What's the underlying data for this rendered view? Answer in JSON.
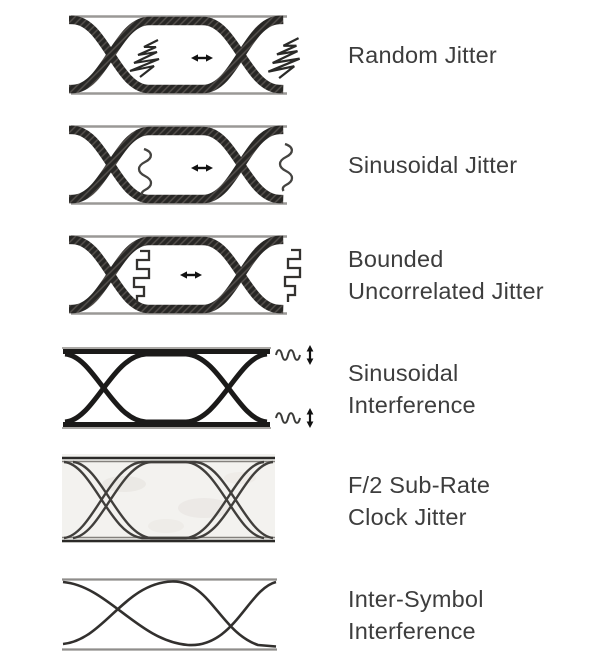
{
  "figure": {
    "type": "eye-diagram jitter taxonomy",
    "rows": [
      {
        "id": "random-jitter",
        "label_lines": [
          "Random Jitter"
        ],
        "eye_style": "thick hatched eye with hexagonal opening",
        "symbols": {
          "inner_left": "random-noise-zigzag",
          "center": "horizontal-double-arrow",
          "outer_right": "random-noise-zigzag"
        }
      },
      {
        "id": "sinusoidal-jitter",
        "label_lines": [
          "Sinusoidal Jitter"
        ],
        "eye_style": "thick hatched eye with hexagonal opening",
        "symbols": {
          "inner_left": "vertical-sine-squiggle",
          "center": "horizontal-double-arrow",
          "outer_right": "vertical-sine-squiggle"
        }
      },
      {
        "id": "bounded-uncorrelated-jitter",
        "label_lines": [
          "Bounded",
          "Uncorrelated Jitter"
        ],
        "eye_style": "thick hatched eye with hexagonal opening",
        "symbols": {
          "inner_left": "vertical-square-wave",
          "center": "horizontal-double-arrow",
          "outer_right": "vertical-square-wave"
        }
      },
      {
        "id": "sinusoidal-interference",
        "label_lines": [
          "Sinusoidal",
          "Interference"
        ],
        "eye_style": "bold open eye with heavy rails",
        "symbols": {
          "top_right": "sine-wave with vertical-double-arrow",
          "bottom_right": "sine-wave with vertical-double-arrow"
        }
      },
      {
        "id": "f2-sub-rate-clock-jitter",
        "label_lines": [
          "F/2 Sub-Rate",
          "Clock Jitter"
        ],
        "eye_style": "doubled traces on mottled gray background",
        "symbols": {}
      },
      {
        "id": "inter-symbol-interference",
        "label_lines": [
          "Inter-Symbol",
          "Interference"
        ],
        "eye_style": "thin asymmetric traces",
        "symbols": {}
      }
    ]
  },
  "colors": {
    "background": "#ffffff",
    "trace_dark": "#2b2a28",
    "rail_gray": "#9a9896",
    "text": "#3d3d3d",
    "f2_background": "#f3f2ef"
  }
}
